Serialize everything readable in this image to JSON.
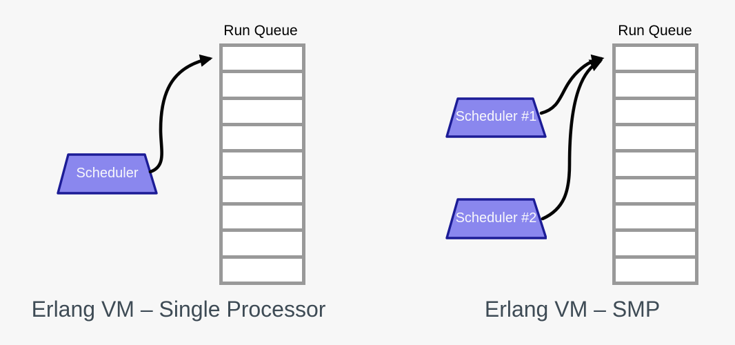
{
  "colors": {
    "background": "#f7f7f7",
    "queue_border": "#999999",
    "queue_cell_fill": "#ffffff",
    "scheduler_fill": "#8a87ee",
    "scheduler_border": "#1c1c96",
    "scheduler_text": "#f7f7fb",
    "arrow": "#050505",
    "label_text": "#000000",
    "caption_text": "#3e4b55"
  },
  "diagrams": [
    {
      "id": "single-processor",
      "queue_label": "Run Queue",
      "queue_cells": 9,
      "schedulers": [
        {
          "label": "Scheduler"
        }
      ],
      "caption": "Erlang VM – Single Processor"
    },
    {
      "id": "smp",
      "queue_label": "Run Queue",
      "queue_cells": 9,
      "schedulers": [
        {
          "label": "Scheduler #1"
        },
        {
          "label": "Scheduler #2"
        }
      ],
      "caption": "Erlang VM – SMP"
    }
  ]
}
